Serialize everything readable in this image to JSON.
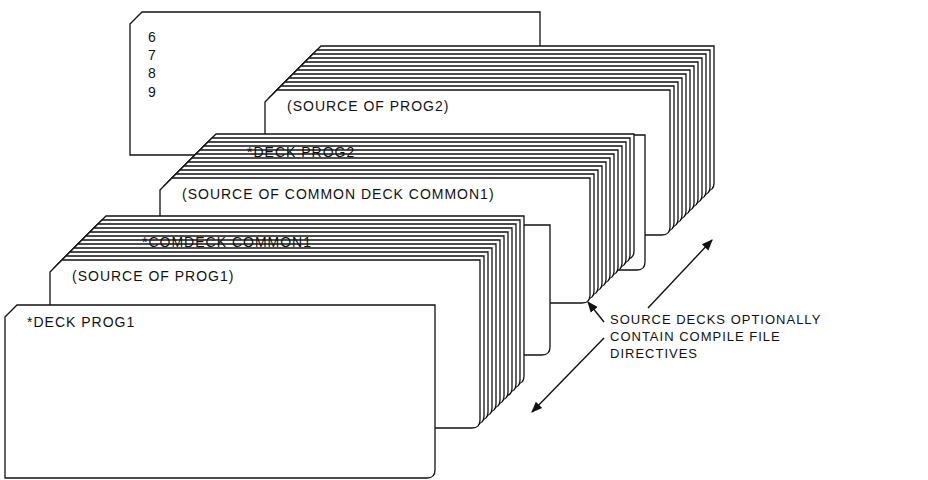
{
  "diagram": {
    "nodes": [
      {
        "text": [
          "*DECK PROG1"
        ]
      },
      {
        "text": [
          "(SOURCE OF PROG1)"
        ]
      },
      {
        "text": [
          "*COMDECK COMMON1"
        ]
      },
      {
        "text": [
          "(SOURCE OF COMMON DECK COMMON1)"
        ]
      },
      {
        "text": [
          "*DECK PROG2"
        ]
      },
      {
        "text": [
          "(SOURCE OF PROG2)"
        ]
      },
      {
        "text": [
          "6 7 8 9"
        ]
      }
    ],
    "labels": [
      "SOURCE DECKS OPTIONALLY CONTAIN COMPILE FILE DIRECTIVES"
    ]
  }
}
